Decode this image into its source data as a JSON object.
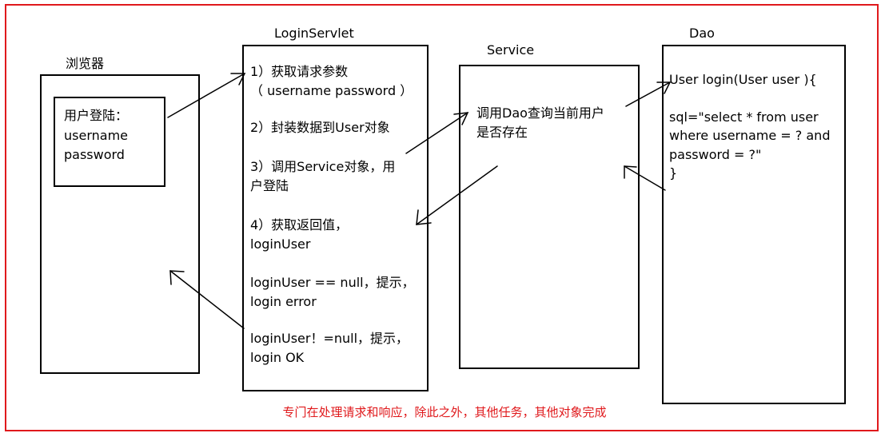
{
  "titles": {
    "browser": "浏览器",
    "servlet": "LoginServlet",
    "service": "Service",
    "dao": "Dao"
  },
  "browser": {
    "login_form": [
      "用户登陆：",
      "username",
      "password"
    ]
  },
  "servlet": {
    "steps": [
      [
        "1）获取请求参数",
        "（ username  password ）"
      ],
      [
        "2）封装数据到User对象"
      ],
      [
        "3）调用Service对象，用",
        "户登陆"
      ],
      [
        "4）获取返回值，",
        "loginUser"
      ],
      [
        "loginUser == null，提示，",
        "login error"
      ],
      [
        "loginUser！=null，提示，",
        "login OK"
      ]
    ]
  },
  "service": {
    "lines": [
      "调用Dao查询当前用户",
      "是否存在"
    ]
  },
  "dao": {
    "lines": [
      "User login(User user ){",
      "",
      "sql=\"select * from user",
      "where username = ? and",
      "password = ?\"",
      "}"
    ]
  },
  "caption": "专门在处理请求和响应，除此之外，其他任务，其他对象完成",
  "colors": {
    "frame": "#e0191c",
    "caption": "#e0191c",
    "lines": "#000000"
  }
}
